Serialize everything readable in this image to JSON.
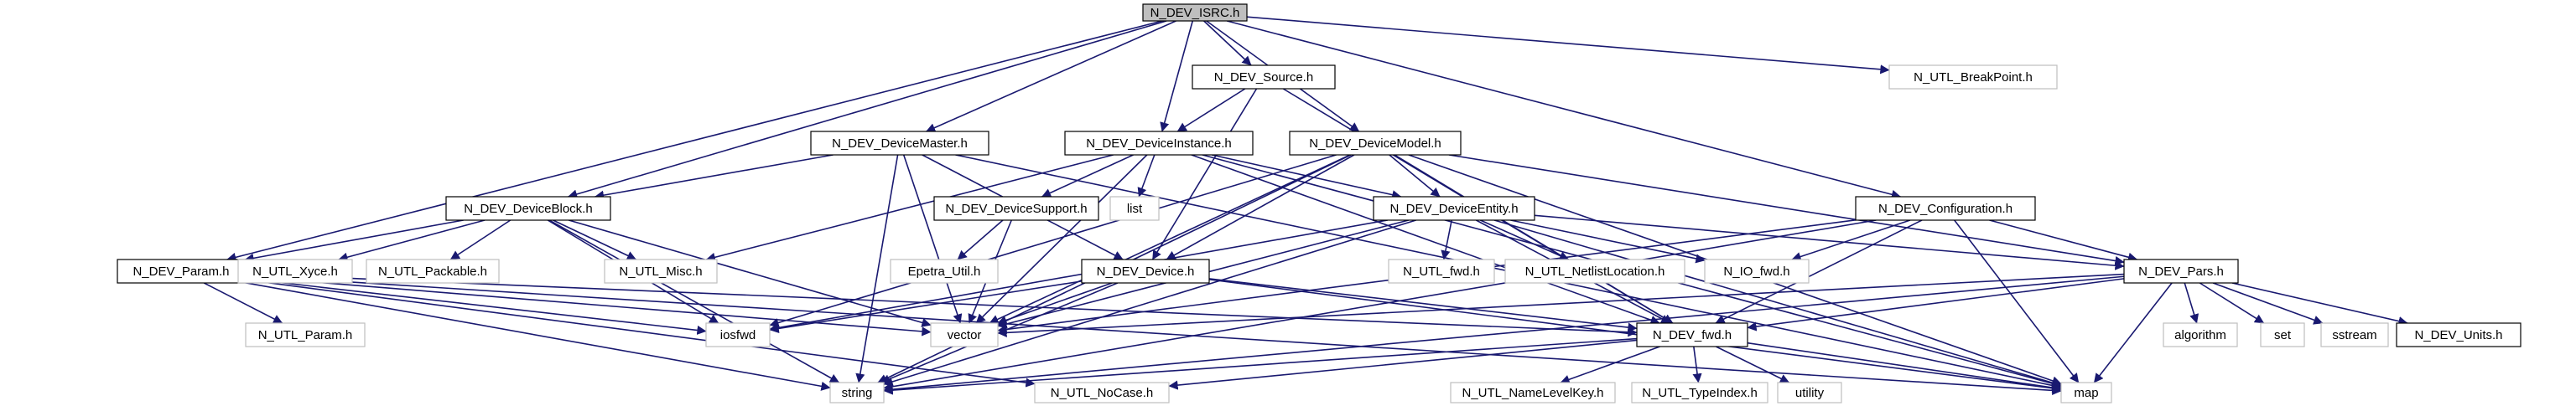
{
  "colors": {
    "edge": "#191970",
    "root_fill": "#bfbfbf",
    "node_fill": "#ffffff",
    "documented_border": "#000000",
    "undocumented_border": "#bfbfbf"
  },
  "nodes": [
    {
      "id": "n_dev_isrc_h",
      "label": "N_DEV_ISRC.h",
      "kind": "root"
    },
    {
      "id": "n_dev_source_h",
      "label": "N_DEV_Source.h",
      "kind": "documented"
    },
    {
      "id": "n_utl_breakpoint_h",
      "label": "N_UTL_BreakPoint.h",
      "kind": "external"
    },
    {
      "id": "n_dev_devicemaster_h",
      "label": "N_DEV_DeviceMaster.h",
      "kind": "documented"
    },
    {
      "id": "n_dev_deviceinstance_h",
      "label": "N_DEV_DeviceInstance.h",
      "kind": "documented"
    },
    {
      "id": "n_dev_devicemodel_h",
      "label": "N_DEV_DeviceModel.h",
      "kind": "documented"
    },
    {
      "id": "n_dev_deviceblock_h",
      "label": "N_DEV_DeviceBlock.h",
      "kind": "documented"
    },
    {
      "id": "n_dev_devicesupport_h",
      "label": "N_DEV_DeviceSupport.h",
      "kind": "documented"
    },
    {
      "id": "list",
      "label": "list",
      "kind": "external"
    },
    {
      "id": "n_dev_deviceentity_h",
      "label": "N_DEV_DeviceEntity.h",
      "kind": "documented"
    },
    {
      "id": "n_dev_configuration_h",
      "label": "N_DEV_Configuration.h",
      "kind": "documented"
    },
    {
      "id": "n_dev_param_h",
      "label": "N_DEV_Param.h",
      "kind": "documented"
    },
    {
      "id": "n_utl_xyce_h",
      "label": "N_UTL_Xyce.h",
      "kind": "external"
    },
    {
      "id": "n_utl_packable_h",
      "label": "N_UTL_Packable.h",
      "kind": "external"
    },
    {
      "id": "n_utl_misc_h",
      "label": "N_UTL_Misc.h",
      "kind": "external"
    },
    {
      "id": "epetra_util_h",
      "label": "Epetra_Util.h",
      "kind": "external"
    },
    {
      "id": "n_dev_device_h",
      "label": "N_DEV_Device.h",
      "kind": "documented"
    },
    {
      "id": "n_utl_fwd_h",
      "label": "N_UTL_fwd.h",
      "kind": "external"
    },
    {
      "id": "n_utl_netlistlocation_h",
      "label": "N_UTL_NetlistLocation.h",
      "kind": "external"
    },
    {
      "id": "n_io_fwd_h",
      "label": "N_IO_fwd.h",
      "kind": "external"
    },
    {
      "id": "n_dev_pars_h",
      "label": "N_DEV_Pars.h",
      "kind": "documented"
    },
    {
      "id": "n_utl_param_h",
      "label": "N_UTL_Param.h",
      "kind": "external"
    },
    {
      "id": "iosfwd",
      "label": "iosfwd",
      "kind": "external"
    },
    {
      "id": "vector",
      "label": "vector",
      "kind": "external"
    },
    {
      "id": "n_dev_fwd_h",
      "label": "N_DEV_fwd.h",
      "kind": "documented"
    },
    {
      "id": "algorithm",
      "label": "algorithm",
      "kind": "external"
    },
    {
      "id": "set",
      "label": "set",
      "kind": "external"
    },
    {
      "id": "sstream",
      "label": "sstream",
      "kind": "external"
    },
    {
      "id": "n_dev_units_h",
      "label": "N_DEV_Units.h",
      "kind": "documented"
    },
    {
      "id": "string",
      "label": "string",
      "kind": "external"
    },
    {
      "id": "n_utl_nocase_h",
      "label": "N_UTL_NoCase.h",
      "kind": "external"
    },
    {
      "id": "n_utl_namelevelkey_h",
      "label": "N_UTL_NameLevelKey.h",
      "kind": "external"
    },
    {
      "id": "n_utl_typeindex_h",
      "label": "N_UTL_TypeIndex.h",
      "kind": "external"
    },
    {
      "id": "utility",
      "label": "utility",
      "kind": "external"
    },
    {
      "id": "map",
      "label": "map",
      "kind": "external"
    }
  ],
  "edges": [
    [
      "n_dev_isrc_h",
      "n_dev_source_h"
    ],
    [
      "n_dev_isrc_h",
      "n_utl_breakpoint_h"
    ],
    [
      "n_dev_isrc_h",
      "n_dev_devicemaster_h"
    ],
    [
      "n_dev_isrc_h",
      "n_dev_deviceinstance_h"
    ],
    [
      "n_dev_isrc_h",
      "n_dev_devicemodel_h"
    ],
    [
      "n_dev_isrc_h",
      "n_dev_deviceblock_h"
    ],
    [
      "n_dev_isrc_h",
      "n_dev_configuration_h"
    ],
    [
      "n_dev_isrc_h",
      "n_dev_param_h"
    ],
    [
      "n_dev_source_h",
      "n_dev_deviceinstance_h"
    ],
    [
      "n_dev_source_h",
      "n_dev_device_h"
    ],
    [
      "n_dev_source_h",
      "n_dev_fwd_h"
    ],
    [
      "n_dev_devicemaster_h",
      "n_dev_deviceblock_h"
    ],
    [
      "n_dev_devicemaster_h",
      "n_dev_device_h"
    ],
    [
      "n_dev_devicemaster_h",
      "vector"
    ],
    [
      "n_dev_devicemaster_h",
      "string"
    ],
    [
      "n_dev_devicemaster_h",
      "map"
    ],
    [
      "n_dev_deviceinstance_h",
      "n_dev_devicesupport_h"
    ],
    [
      "n_dev_deviceinstance_h",
      "list"
    ],
    [
      "n_dev_deviceinstance_h",
      "n_dev_deviceentity_h"
    ],
    [
      "n_dev_deviceinstance_h",
      "n_utl_misc_h"
    ],
    [
      "n_dev_deviceinstance_h",
      "vector"
    ],
    [
      "n_dev_deviceinstance_h",
      "n_dev_fwd_h"
    ],
    [
      "n_dev_deviceinstance_h",
      "map"
    ],
    [
      "n_dev_devicemodel_h",
      "n_dev_deviceentity_h"
    ],
    [
      "n_dev_devicemodel_h",
      "n_dev_device_h"
    ],
    [
      "n_dev_devicemodel_h",
      "iosfwd"
    ],
    [
      "n_dev_devicemodel_h",
      "vector"
    ],
    [
      "n_dev_devicemodel_h",
      "string"
    ],
    [
      "n_dev_devicemodel_h",
      "n_dev_fwd_h"
    ],
    [
      "n_dev_devicemodel_h",
      "n_dev_pars_h"
    ],
    [
      "n_dev_devicemodel_h",
      "map"
    ],
    [
      "n_dev_deviceblock_h",
      "n_dev_param_h"
    ],
    [
      "n_dev_deviceblock_h",
      "n_utl_xyce_h"
    ],
    [
      "n_dev_deviceblock_h",
      "n_utl_packable_h"
    ],
    [
      "n_dev_deviceblock_h",
      "n_utl_misc_h"
    ],
    [
      "n_dev_deviceblock_h",
      "iosfwd"
    ],
    [
      "n_dev_deviceblock_h",
      "vector"
    ],
    [
      "n_dev_deviceblock_h",
      "string"
    ],
    [
      "n_dev_devicesupport_h",
      "epetra_util_h"
    ],
    [
      "n_dev_devicesupport_h",
      "vector"
    ],
    [
      "n_dev_deviceentity_h",
      "n_utl_fwd_h"
    ],
    [
      "n_dev_deviceentity_h",
      "n_utl_netlistlocation_h"
    ],
    [
      "n_dev_deviceentity_h",
      "n_io_fwd_h"
    ],
    [
      "n_dev_deviceentity_h",
      "n_dev_pars_h"
    ],
    [
      "n_dev_deviceentity_h",
      "n_dev_fwd_h"
    ],
    [
      "n_dev_deviceentity_h",
      "vector"
    ],
    [
      "n_dev_deviceentity_h",
      "iosfwd"
    ],
    [
      "n_dev_deviceentity_h",
      "string"
    ],
    [
      "n_dev_deviceentity_h",
      "map"
    ],
    [
      "n_dev_configuration_h",
      "n_dev_pars_h"
    ],
    [
      "n_dev_configuration_h",
      "n_io_fwd_h"
    ],
    [
      "n_dev_configuration_h",
      "n_dev_fwd_h"
    ],
    [
      "n_dev_configuration_h",
      "vector"
    ],
    [
      "n_dev_configuration_h",
      "string"
    ],
    [
      "n_dev_configuration_h",
      "map"
    ],
    [
      "n_dev_param_h",
      "n_utl_param_h"
    ],
    [
      "n_dev_param_h",
      "iosfwd"
    ],
    [
      "n_dev_param_h",
      "vector"
    ],
    [
      "n_dev_param_h",
      "n_dev_fwd_h"
    ],
    [
      "n_dev_param_h",
      "string"
    ],
    [
      "n_dev_param_h",
      "n_utl_nocase_h"
    ],
    [
      "n_dev_param_h",
      "map"
    ],
    [
      "n_dev_device_h",
      "iosfwd"
    ],
    [
      "n_dev_device_h",
      "vector"
    ],
    [
      "n_dev_device_h",
      "n_dev_fwd_h"
    ],
    [
      "n_dev_device_h",
      "string"
    ],
    [
      "n_dev_device_h",
      "map"
    ],
    [
      "n_dev_pars_h",
      "algorithm"
    ],
    [
      "n_dev_pars_h",
      "set"
    ],
    [
      "n_dev_pars_h",
      "sstream"
    ],
    [
      "n_dev_pars_h",
      "n_dev_units_h"
    ],
    [
      "n_dev_pars_h",
      "n_dev_fwd_h"
    ],
    [
      "n_dev_pars_h",
      "vector"
    ],
    [
      "n_dev_pars_h",
      "string"
    ],
    [
      "n_dev_pars_h",
      "map"
    ],
    [
      "n_dev_fwd_h",
      "n_utl_namelevelkey_h"
    ],
    [
      "n_dev_fwd_h",
      "n_utl_typeindex_h"
    ],
    [
      "n_dev_fwd_h",
      "utility"
    ],
    [
      "n_dev_fwd_h",
      "n_utl_nocase_h"
    ],
    [
      "n_dev_fwd_h",
      "string"
    ],
    [
      "n_dev_fwd_h",
      "map"
    ]
  ]
}
